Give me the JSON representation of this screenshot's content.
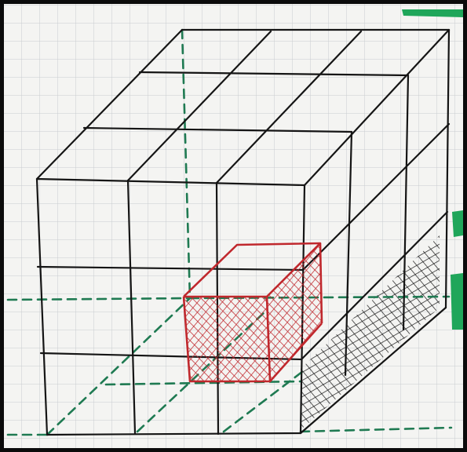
{
  "scene": {
    "subject": "hand-drawn-cube-sketch-on-grid-paper",
    "colors": {
      "frame": "#0b0b0b",
      "paper": "#f4f4f2",
      "grid": "#c9ccd0",
      "ink": "#151515",
      "hidden_edges": "#1f7a52",
      "highlight": "#c0282d",
      "sticky_note": "#1fa65a"
    },
    "cube_subdivisions": 3,
    "highlighted_subcube": "front-bottom-middle",
    "shaded_region": "right-face-bottom-layer"
  }
}
